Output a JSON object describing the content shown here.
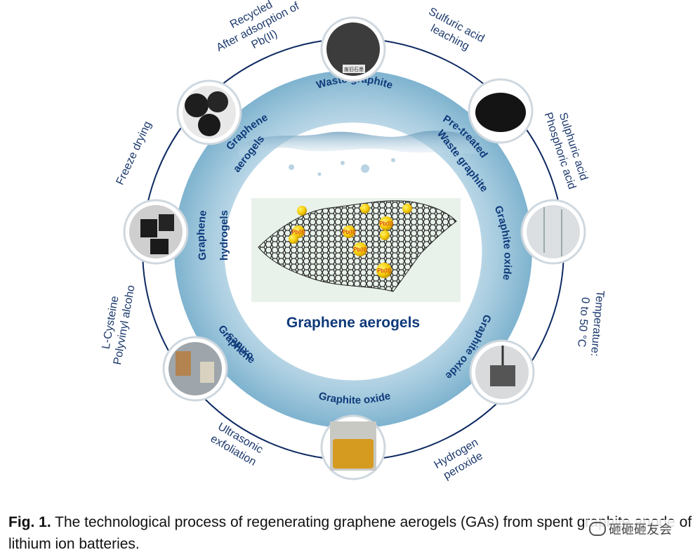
{
  "diagram": {
    "center_title": "Graphene aerogels",
    "inner_labels": {
      "top": "Waste graphite",
      "top_right": [
        "Pre-treated",
        "Waste graphite"
      ],
      "right": "Graphite oxide",
      "bottom_right": "Graphite oxide",
      "bottom": "Graphite oxide",
      "bottom_left": [
        "Graphene",
        "oxides"
      ],
      "left": [
        "Graphene",
        "hydrogels"
      ],
      "top_left": [
        "Graphene",
        "aerogels"
      ]
    },
    "outer_labels": {
      "top_right": [
        "Sulfuric acid",
        "leaching"
      ],
      "right_upper": [
        "Sulphuric acid",
        "Phosphoric acid"
      ],
      "right_lower": [
        "Temperature:",
        "0 to 50 °C"
      ],
      "bottom_right": [
        "Hydrogen",
        "peroxide"
      ],
      "bottom_left": [
        "Ultrasonic",
        "exfoliation"
      ],
      "left_lower": [
        "L-Cysteine",
        "Polyvinyl alcoho"
      ],
      "left_upper": "Freeze drying",
      "top_left": [
        "Recycled",
        "After adsorption of",
        "Pb(II)"
      ]
    },
    "pb_label": "Pb(II)",
    "jar_label": "废旧石墨"
  },
  "caption": {
    "prefix": "Fig. 1.",
    "text": " The technological process of regenerating graphene aerogels (GAs) from spent graphite anode of lithium ion batteries."
  },
  "watermark": {
    "text": "砸砸砸友会"
  },
  "colors": {
    "ring": "#0e2a63",
    "inner_text": "#0f3a7a",
    "outer_text": "#1d3a6e",
    "pb_ball": "#f3c800",
    "pb_text": "#d21818"
  }
}
